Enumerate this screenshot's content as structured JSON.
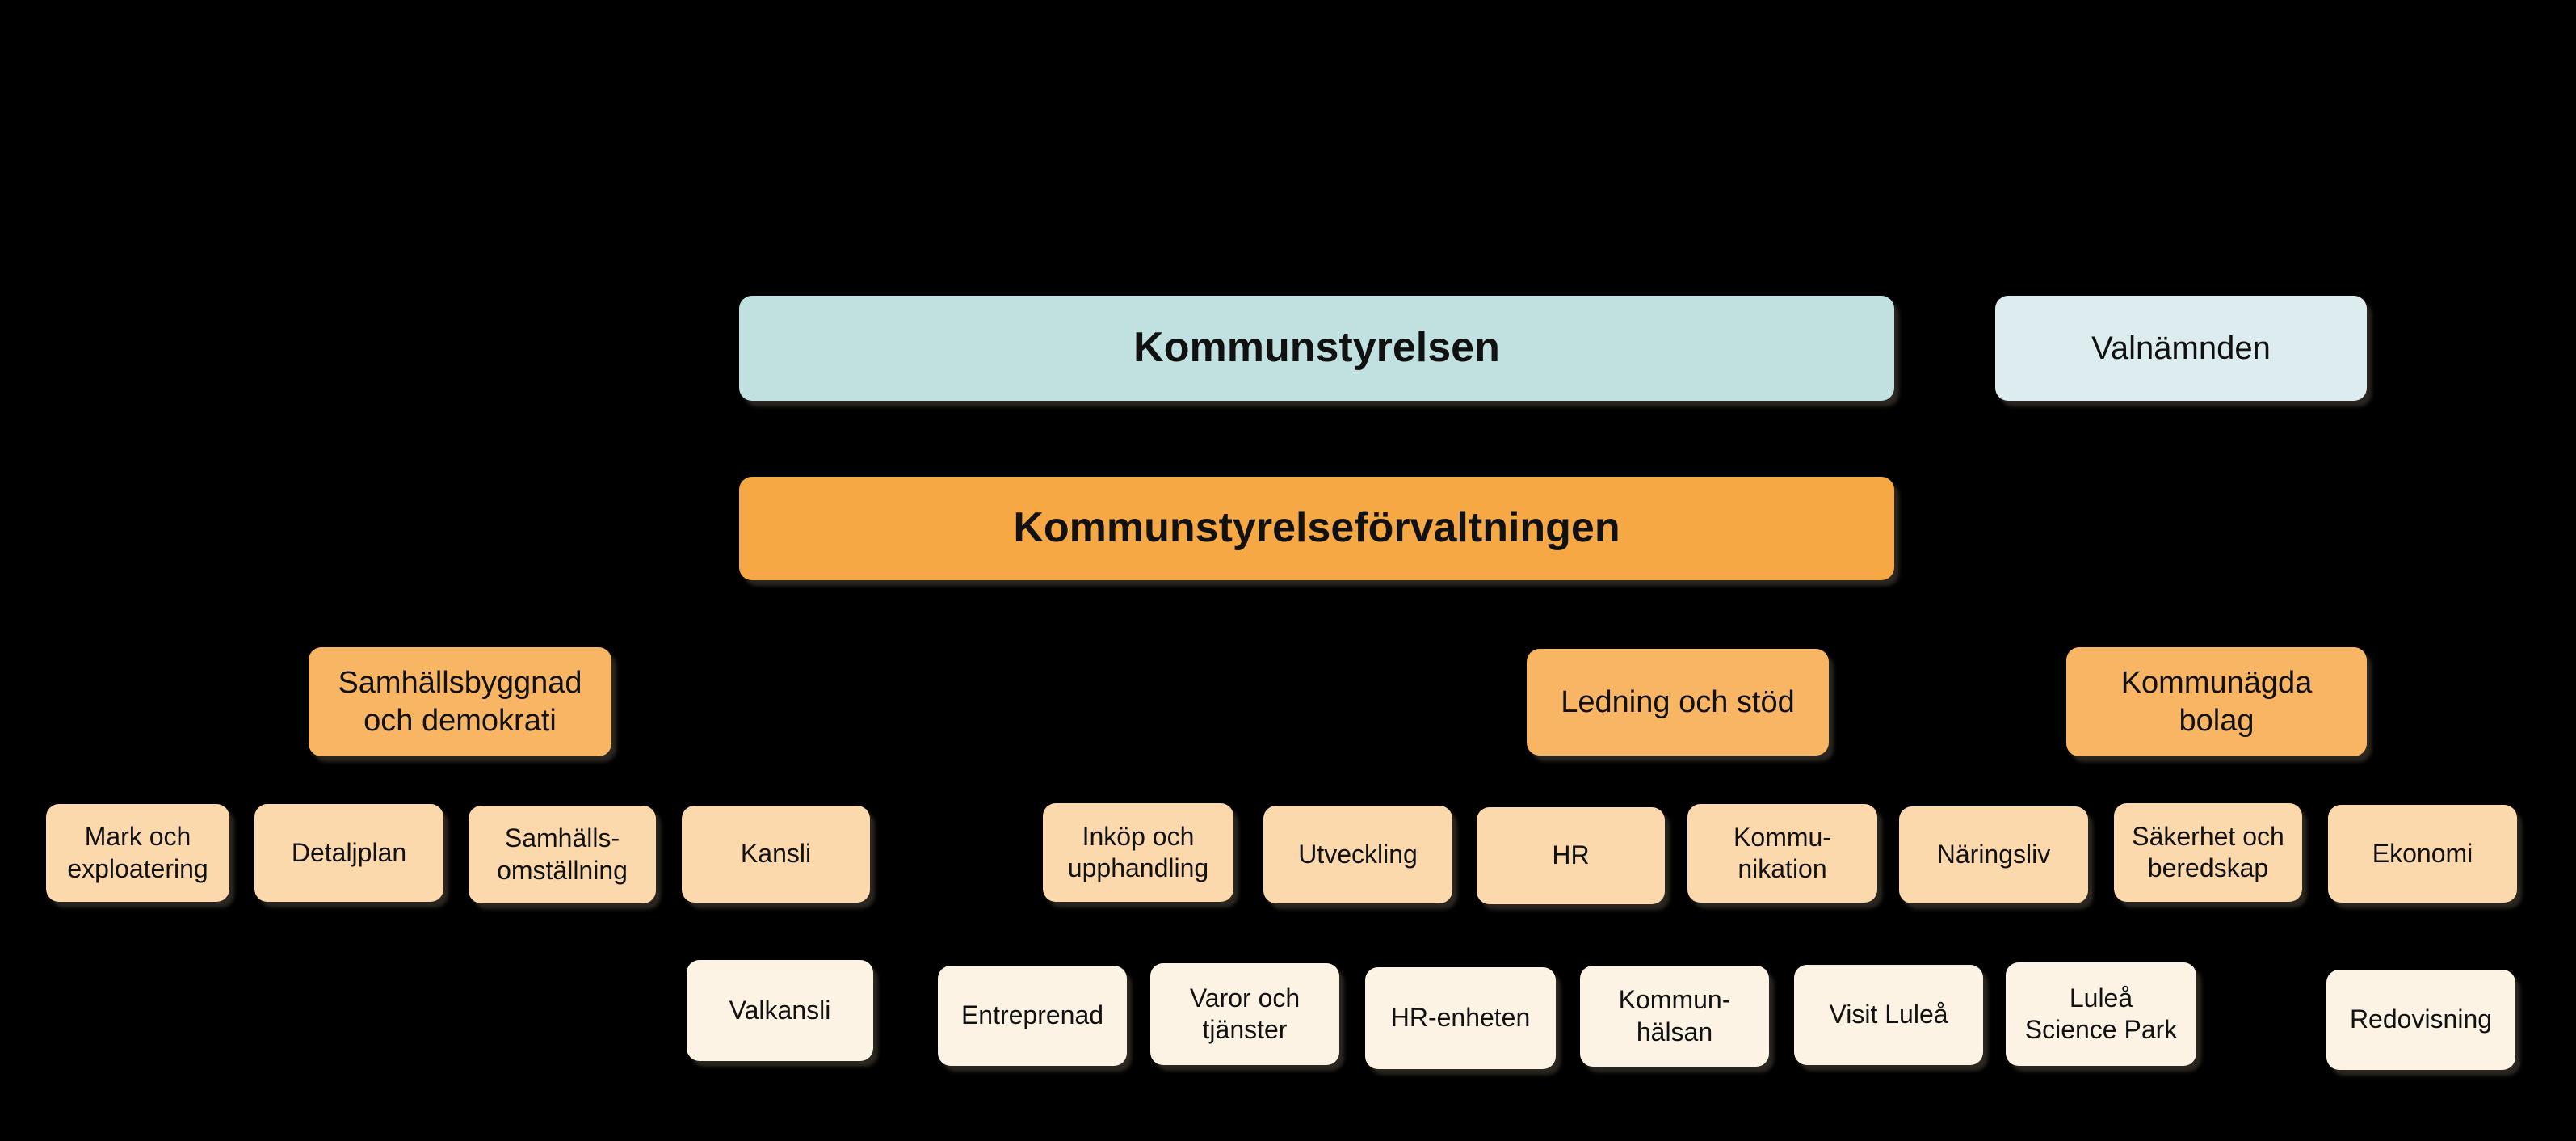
{
  "colors": {
    "background": "#000000",
    "board_fill": "#c1e1e0",
    "election_fill": "#ddecee",
    "administration_fill": "#f5a843",
    "division_fill": "#f8b665",
    "department_fill": "#fcd9ad",
    "unit_fill": "#fdf3e5",
    "text": "#111111"
  },
  "org_chart": {
    "top_row": {
      "kommunstyrelsen": "Kommunstyrelsen",
      "valnamnden": "Valnämnden"
    },
    "administration": {
      "forvaltningen": "Kommunstyrelseförvaltningen"
    },
    "divisions": {
      "samhallsbyggnad": "Samhällsbyggnad\noch demokrati",
      "ledning": "Ledning och stöd",
      "kommunagda": "Kommunägda\nbolag"
    },
    "departments": {
      "mark": "Mark och\nexploatering",
      "detaljplan": "Detaljplan",
      "samhallsomstallning": "Samhälls-\nomställning",
      "kansli": "Kansli",
      "inkop": "Inköp och\nupphandling",
      "utveckling": "Utveckling",
      "hr": "HR",
      "kommunikation": "Kommu-\nnikation",
      "naringsliv": "Näringsliv",
      "sakerhet": "Säkerhet och\nberedskap",
      "ekonomi": "Ekonomi"
    },
    "units": {
      "valkansli": "Valkansli",
      "entreprenad": "Entreprenad",
      "varor": "Varor och\ntjänster",
      "hrenheten": "HR-enheten",
      "kommunhalsan": "Kommun-\nhälsan",
      "visitlulea": "Visit Luleå",
      "sciencepark": "Luleå\nScience Park",
      "redovisning": "Redovisning"
    }
  }
}
